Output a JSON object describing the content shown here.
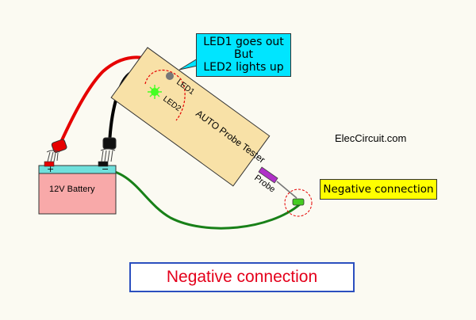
{
  "callout_led": {
    "line1": "LED1 goes out",
    "line2": "But",
    "line3": "LED2 lights up"
  },
  "tester": {
    "title": "AUTO Probe Tester",
    "led1_label": "LED1",
    "led2_label": "LED2",
    "probe_label": "Probe"
  },
  "battery": {
    "label": "12V Battery",
    "plus": "+",
    "minus": "−"
  },
  "site": "ElecCircuit.com",
  "callout_neg": "Negative connection",
  "title": "Negative connection",
  "colors": {
    "background": "#fbfaf2",
    "tester_body": "#f8e1a7",
    "battery_body": "#f8a9a9",
    "battery_top": "#6fe0dc",
    "wire_red": "#e60000",
    "wire_black": "#000000",
    "wire_green": "#188018",
    "led2_on": "#44ff22",
    "led1_off": "#777777",
    "callout_led_bg": "#00e5ff",
    "callout_neg_bg": "#ffff00",
    "title_text": "#e4001b",
    "title_border": "#2b4fbf"
  }
}
